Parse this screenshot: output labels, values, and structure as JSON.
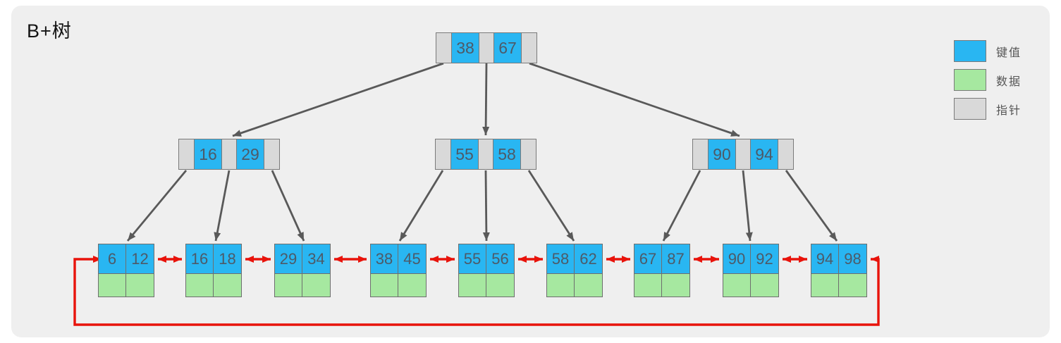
{
  "title": "B+树",
  "legend": {
    "items": [
      {
        "label": "键值",
        "color": "#29b6f2"
      },
      {
        "label": "数据",
        "color": "#a6e8a0"
      },
      {
        "label": "指针",
        "color": "#d9d9d9"
      }
    ]
  },
  "tree": {
    "root": {
      "keys": [
        "38",
        "67"
      ]
    },
    "internal": [
      {
        "keys": [
          "16",
          "29"
        ]
      },
      {
        "keys": [
          "55",
          "58"
        ]
      },
      {
        "keys": [
          "90",
          "94"
        ]
      }
    ],
    "leaves": [
      {
        "keys": [
          "6",
          "12"
        ]
      },
      {
        "keys": [
          "16",
          "18"
        ]
      },
      {
        "keys": [
          "29",
          "34"
        ]
      },
      {
        "keys": [
          "38",
          "45"
        ]
      },
      {
        "keys": [
          "55",
          "56"
        ]
      },
      {
        "keys": [
          "58",
          "62"
        ]
      },
      {
        "keys": [
          "67",
          "87"
        ]
      },
      {
        "keys": [
          "90",
          "92"
        ]
      },
      {
        "keys": [
          "94",
          "98"
        ]
      }
    ],
    "colors": {
      "key_cell": "#29b6f2",
      "data_cell": "#a6e8a0",
      "pointer_cell": "#d9d9d9",
      "tree_edge": "#595959",
      "leaf_link": "#e8130b",
      "panel_background": "#efefef"
    }
  }
}
